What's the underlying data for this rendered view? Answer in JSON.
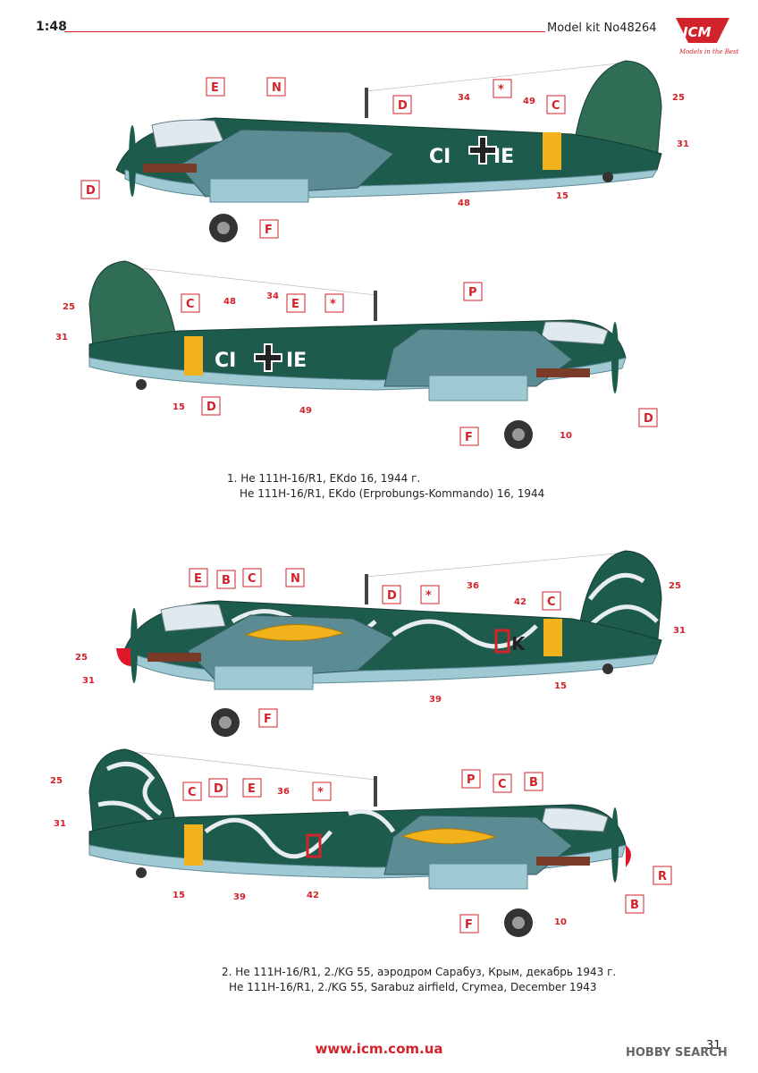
{
  "header": {
    "scale": "1:48",
    "kit": "Model kit No48264",
    "brand": "ICM",
    "tagline": "Models in the Best"
  },
  "colors": {
    "accent": "#d2232a",
    "dark_green": "#1c5a4e",
    "mid_green": "#3a7a52",
    "light_blue": "#9cc9d4",
    "yellow": "#f2b21c",
    "brown": "#7a3a28"
  },
  "variant1": {
    "caption_line1": "1. He 111H-16/R1, EKdo 16, 1944 г.",
    "caption_line2": "He 111H-16/R1, EKdo (Erprobungs-Kommando) 16, 1944",
    "code_left": "CI",
    "code_right": "IE",
    "top_labels": [
      "E",
      "N",
      "D",
      "C",
      "D",
      "F"
    ],
    "top_nums": [
      "34",
      "49",
      "25",
      "31",
      "48",
      "15"
    ],
    "bottom_labels": [
      "C",
      "E",
      "P",
      "D",
      "F",
      "D"
    ],
    "bottom_nums": [
      "48",
      "34",
      "25",
      "31",
      "15",
      "49",
      "10"
    ]
  },
  "variant2": {
    "caption_line1": "2. He 111H-16/R1, 2./KG 55, аэродром Сарабуз, Крым, декабрь 1943 г.",
    "caption_line2": "He 111H-16/R1, 2./KG 55, Sarabuz airfield, Crymea, December 1943",
    "top_labels": [
      "E",
      "B",
      "C",
      "N",
      "D",
      "C",
      "F"
    ],
    "top_nums": [
      "36",
      "42",
      "25",
      "31",
      "25",
      "31",
      "39",
      "15"
    ],
    "bottom_labels": [
      "C",
      "D",
      "E",
      "P",
      "C",
      "B",
      "R",
      "B",
      "F"
    ],
    "bottom_nums": [
      "25",
      "31",
      "36",
      "15",
      "39",
      "42",
      "10"
    ]
  },
  "footer": {
    "url": "www.icm.com.ua",
    "page": "31",
    "watermark": "HOBBY SEARCH"
  }
}
